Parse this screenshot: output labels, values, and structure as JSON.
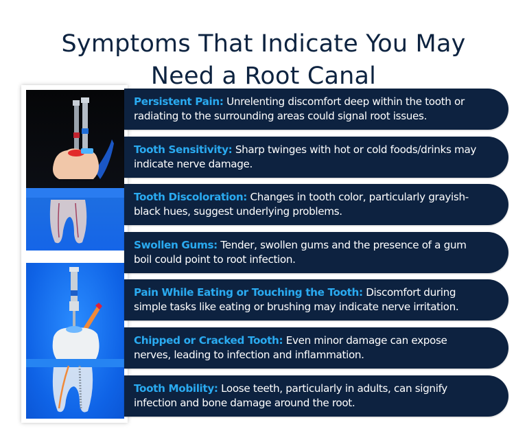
{
  "title": {
    "line1": "Symptoms That Indicate You May",
    "line2": "Need a Root Canal"
  },
  "colors": {
    "title": "#0d2340",
    "row_background": "#0d2240",
    "label": "#2aaaf0",
    "body_text": "#ffffff"
  },
  "images": [
    {
      "name": "root-canal-files-in-tooth-dark-background"
    },
    {
      "name": "root-canal-file-and-gutta-percha-blue-background"
    }
  ],
  "symptoms": [
    {
      "label": "Persistent Pain:",
      "text": " Unrelenting discomfort deep within the tooth or radiating to the surrounding areas could signal root issues."
    },
    {
      "label": "Tooth Sensitivity:",
      "text": " Sharp twinges with hot or cold foods/drinks may indicate nerve damage."
    },
    {
      "label": "Tooth Discoloration:",
      "text": " Changes in tooth color, particularly grayish-black hues, suggest underlying problems."
    },
    {
      "label": "Swollen Gums:",
      "text": " Tender, swollen gums and the presence of a gum boil could point to root infection."
    },
    {
      "label": "Pain While Eating or Touching the Tooth:",
      "text": " Discomfort during simple tasks like eating or brushing may indicate nerve irritation."
    },
    {
      "label": "Chipped or Cracked Tooth:",
      "text": " Even minor damage can expose nerves, leading to infection and inflammation."
    },
    {
      "label": "Tooth Mobility:",
      "text": " Loose teeth, particularly in adults, can signify infection and bone damage around the root."
    }
  ]
}
